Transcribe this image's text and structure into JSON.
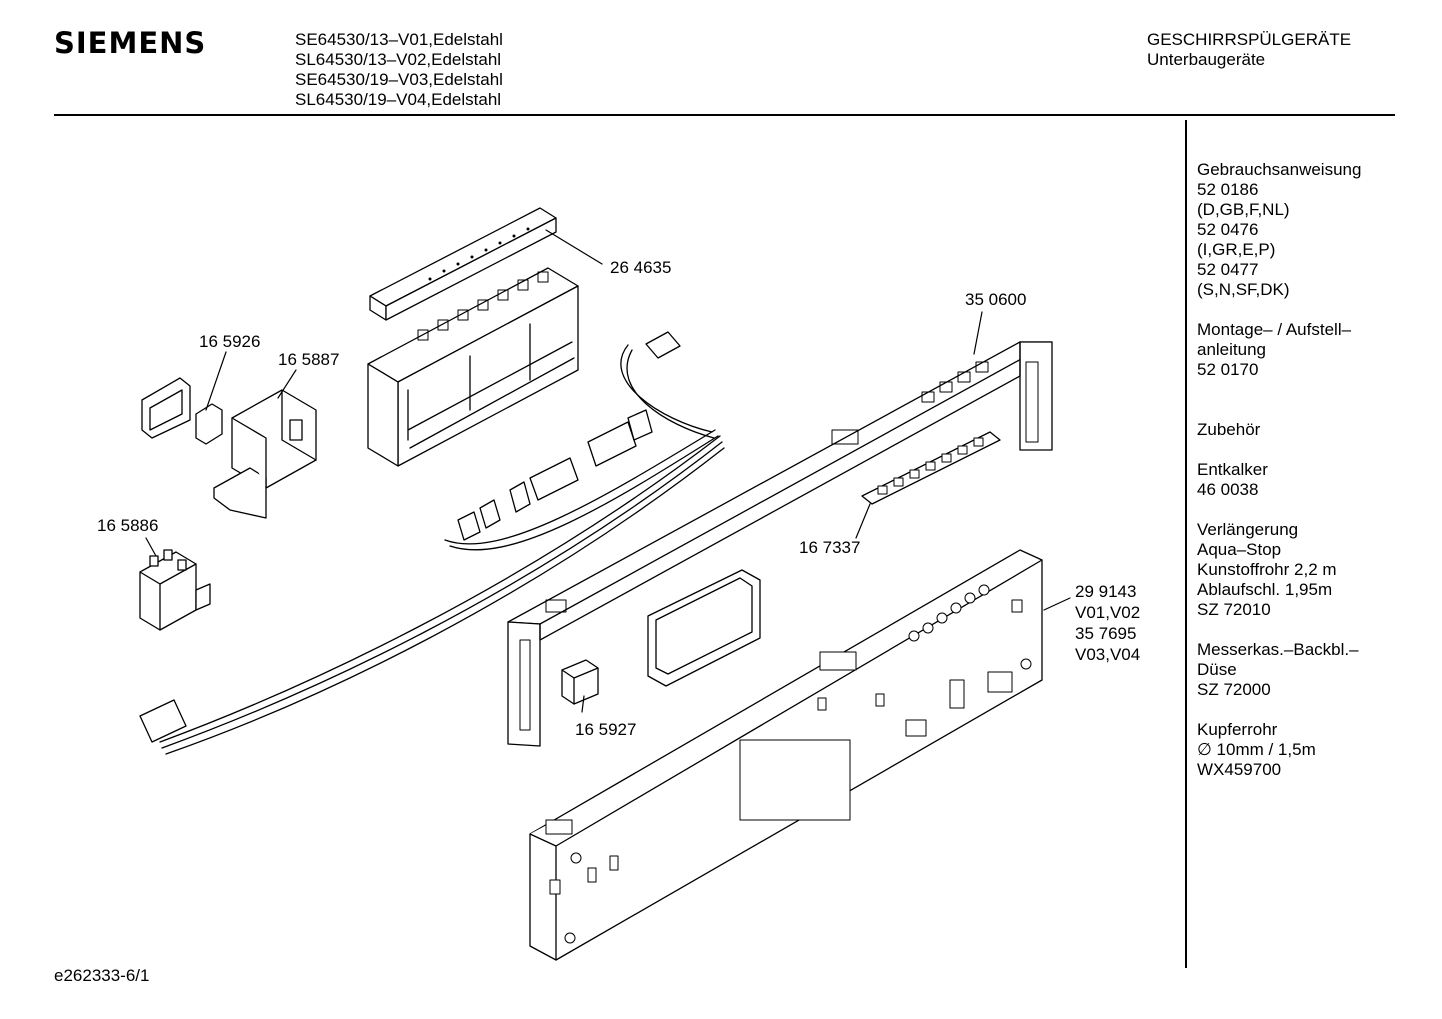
{
  "header": {
    "brand": "SIEMENS",
    "models": [
      "SE64530/13–V01,Edelstahl",
      "SL64530/13–V02,Edelstahl",
      "SE64530/19–V03,Edelstahl",
      "SL64530/19–V04,Edelstahl"
    ],
    "category": "GESCHIRRSPÜLGERÄTE",
    "subcategory": "Unterbaugeräte"
  },
  "sidebar": {
    "blocks": [
      [
        "Gebrauchsanweisung",
        "52 0186",
        "(D,GB,F,NL)",
        "52 0476",
        "(I,GR,E,P)",
        "52 0477",
        "(S,N,SF,DK)"
      ],
      [
        "Montage– / Aufstell–",
        "anleitung",
        "52 0170",
        ""
      ],
      [
        "Zubehör"
      ],
      [
        "Entkalker",
        "46 0038"
      ],
      [
        "Verlängerung",
        "Aqua–Stop",
        "Kunstoffrohr 2,2 m",
        "Ablaufschl. 1,95m",
        "SZ 72010"
      ],
      [
        "Messerkas.–Backbl.–",
        "Düse",
        "SZ 72000"
      ],
      [
        "Kupferrohr",
        "∅ 10mm / 1,5m",
        "WX459700"
      ]
    ]
  },
  "callouts": {
    "p264635": "26 4635",
    "p350600": "35 0600",
    "p165926": "16 5926",
    "p165887": "16 5887",
    "p165886": "16 5886",
    "p167337": "16 7337",
    "p299143": "29 9143",
    "pV01V02": "V01,V02",
    "p357695": "35 7695",
    "pV03V04": "V03,V04",
    "p165927": "16 5927"
  },
  "footer": {
    "code": "e262333-6/1"
  }
}
